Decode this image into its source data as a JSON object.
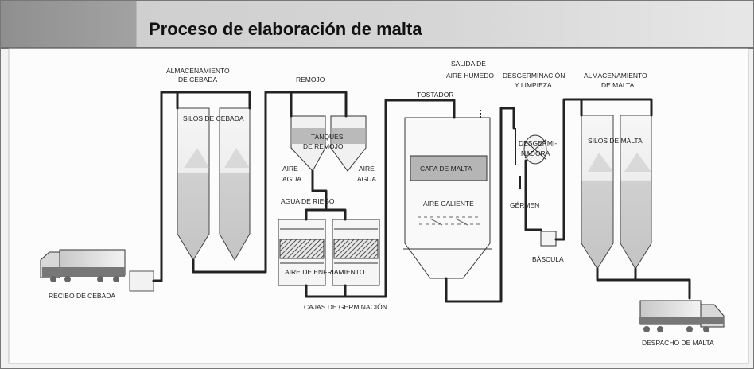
{
  "title": "Proceso de elaboración de malta",
  "labels": {
    "almacen_cebada_1": "ALMACENAMIENTO",
    "almacen_cebada_2": "DE CEBADA",
    "silos_cebada": "SILOS DE CEBADA",
    "remojo": "REMOJO",
    "tanques_1": "TANQUES",
    "tanques_2": "DE REMOJO",
    "aire_l": "AIRE",
    "agua_l": "AGUA",
    "aire_r": "AIRE",
    "agua_r": "AGUA",
    "agua_riego": "AGUA DE RIEGO",
    "aire_enfriamiento": "AIRE DE ENFRIAMIENTO",
    "cajas_germinacion": "CAJAS DE GERMINACIÓN",
    "recibo_cebada": "RECIBO DE CEBADA",
    "tostador": "TOSTADOR",
    "salida_aire_1": "SALIDA DE",
    "salida_aire_2": "AIRE HUMEDO",
    "capa_malta": "CAPA DE MALTA",
    "aire_caliente": "AIRE CALIENTE",
    "desgerminacion_1": "DESGERMINACIÓN",
    "desgerminacion_2": "Y LIMPIEZA",
    "desgerm_1": "DESGERMI-",
    "desgerm_2": "NADORA",
    "germen": "GÉRMEN",
    "bascula": "BÁSCULA",
    "almacen_malta_1": "ALMACENAMIENTO",
    "almacen_malta_2": "DE MALTA",
    "silos_malta": "SILOS DE MALTA",
    "despacho_malta": "DESPACHO DE MALTA"
  }
}
